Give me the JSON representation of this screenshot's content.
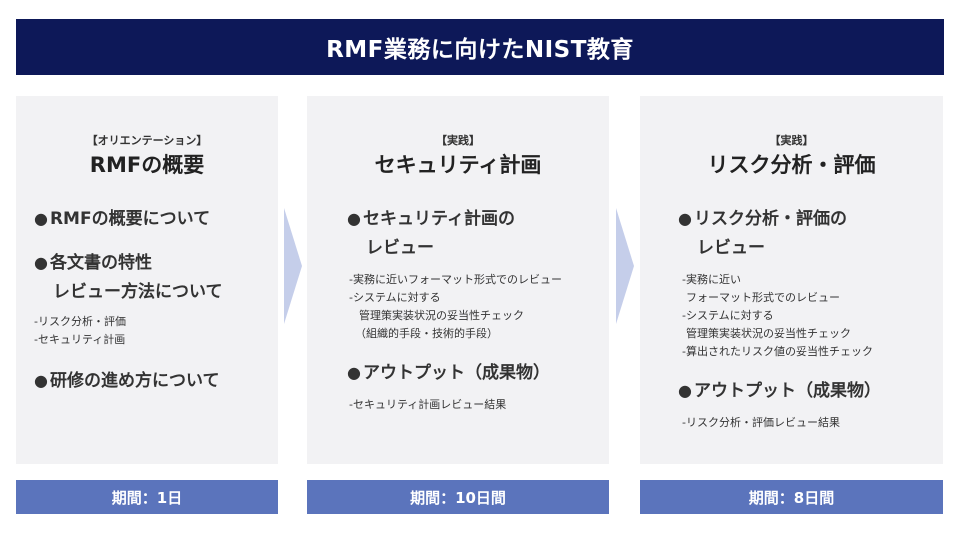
{
  "title": "RMF業務に向けたNIST教育",
  "colors": {
    "banner": "#0d1858",
    "period_bar": "#5b74bc",
    "card_bg": "#f2f2f4",
    "arrow": "#c5ceea"
  },
  "cards": [
    {
      "tag": "【オリエンテーション】",
      "title": "RMFの概要",
      "items": [
        {
          "bullet": "●",
          "lines": [
            "RMFの概要について"
          ],
          "subs": []
        },
        {
          "bullet": "●",
          "lines": [
            "各文書の特性",
            "レビュー方法について"
          ],
          "subs": [
            "-リスク分析・評価",
            "-セキュリティ計画"
          ]
        },
        {
          "bullet": "●",
          "lines": [
            "研修の進め方について"
          ],
          "subs": []
        }
      ],
      "period": "期間：1日"
    },
    {
      "tag": "【実践】",
      "title": "セキュリティ計画",
      "items": [
        {
          "bullet": "●",
          "lines": [
            "セキュリティ計画の",
            "レビュー"
          ],
          "subs": [
            "-実務に近いフォーマット形式でのレビュー",
            "-システムに対する",
            "管理策実装状況の妥当性チェック",
            "（組織的手段・技術的手段）"
          ]
        },
        {
          "bullet": "●",
          "lines": [
            "アウトプット（成果物）"
          ],
          "subs": [
            "-セキュリティ計画レビュー結果"
          ]
        }
      ],
      "period": "期間：10日間"
    },
    {
      "tag": "【実践】",
      "title": "リスク分析・評価",
      "items": [
        {
          "bullet": "●",
          "lines": [
            "リスク分析・評価の",
            "レビュー"
          ],
          "subs": [
            "-実務に近い",
            "フォーマット形式でのレビュー",
            "-システムに対する",
            "管理策実装状況の妥当性チェック",
            "-算出されたリスク値の妥当性チェック"
          ]
        },
        {
          "bullet": "●",
          "lines": [
            "アウトプット（成果物）"
          ],
          "subs": [
            "-リスク分析・評価レビュー結果"
          ]
        }
      ],
      "period": "期間：8日間"
    }
  ]
}
